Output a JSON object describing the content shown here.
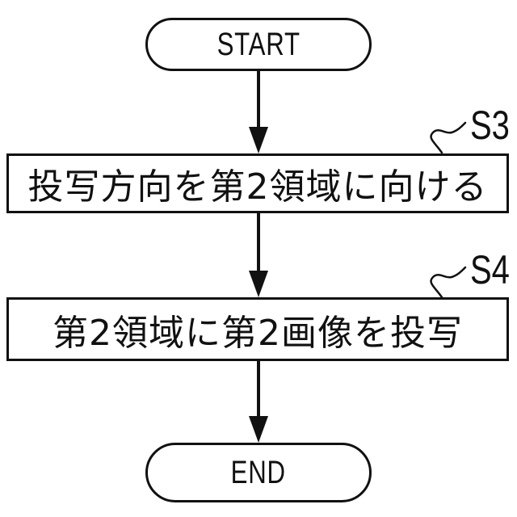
{
  "diagram": {
    "type": "flowchart",
    "orientation": "top-down",
    "colors": {
      "background": "#ffffff",
      "stroke": "#111111",
      "text": "#111111"
    },
    "nodes": {
      "start": {
        "type": "terminator",
        "label": "START"
      },
      "step_s3": {
        "type": "process",
        "step_id": "S3",
        "label": "投写方向を第2領域に向ける"
      },
      "step_s4": {
        "type": "process",
        "step_id": "S4",
        "label": "第2領域に第2画像を投写"
      },
      "end": {
        "type": "terminator",
        "label": "END"
      }
    },
    "edges": [
      {
        "from": "start",
        "to": "step_s3"
      },
      {
        "from": "step_s3",
        "to": "step_s4"
      },
      {
        "from": "step_s4",
        "to": "end"
      }
    ]
  }
}
